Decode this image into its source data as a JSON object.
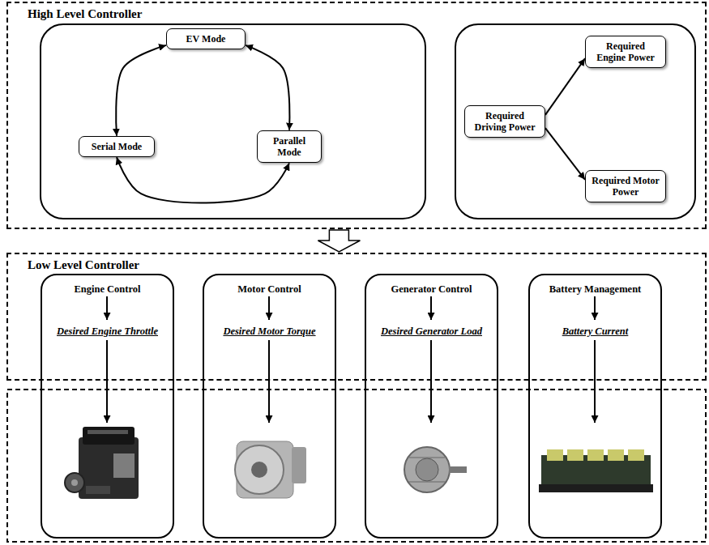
{
  "diagram": {
    "nodes": [
      {
        "text": [
          "High Level Controller"
        ]
      },
      {
        "text": [
          "EV Mode"
        ],
        "in": 0
      },
      {
        "text": [
          "Serial Mode"
        ],
        "in": 0
      },
      {
        "text": [
          "Parallel Mode"
        ],
        "in": 0
      },
      {
        "text": [
          "Required Driving Power"
        ],
        "in": 0
      },
      {
        "text": [
          "Required Engine Power"
        ],
        "in": 0
      },
      {
        "text": [
          "Required Motor Power"
        ],
        "in": 0
      },
      {
        "text": [
          "Low Level Controller"
        ]
      },
      {
        "text": [
          "Engine Control",
          "Desired Engine Throttle"
        ]
      },
      {
        "text": [
          "Motor Control",
          "Desired Motor Torque"
        ]
      },
      {
        "text": [
          "Generator Control",
          "Desired Generator Load"
        ]
      },
      {
        "text": [
          "Battery Management",
          "Battery Current"
        ]
      }
    ],
    "edges": [
      {
        "from": 1,
        "to": 2,
        "arrow": "both"
      },
      {
        "from": 1,
        "to": 3,
        "arrow": "both"
      },
      {
        "from": 2,
        "to": 3,
        "arrow": "both"
      },
      {
        "from": 4,
        "to": 5,
        "arrow": "to"
      },
      {
        "from": 4,
        "to": 6,
        "arrow": "to"
      },
      {
        "from": 0,
        "to": 7,
        "arrow": "to"
      }
    ]
  }
}
